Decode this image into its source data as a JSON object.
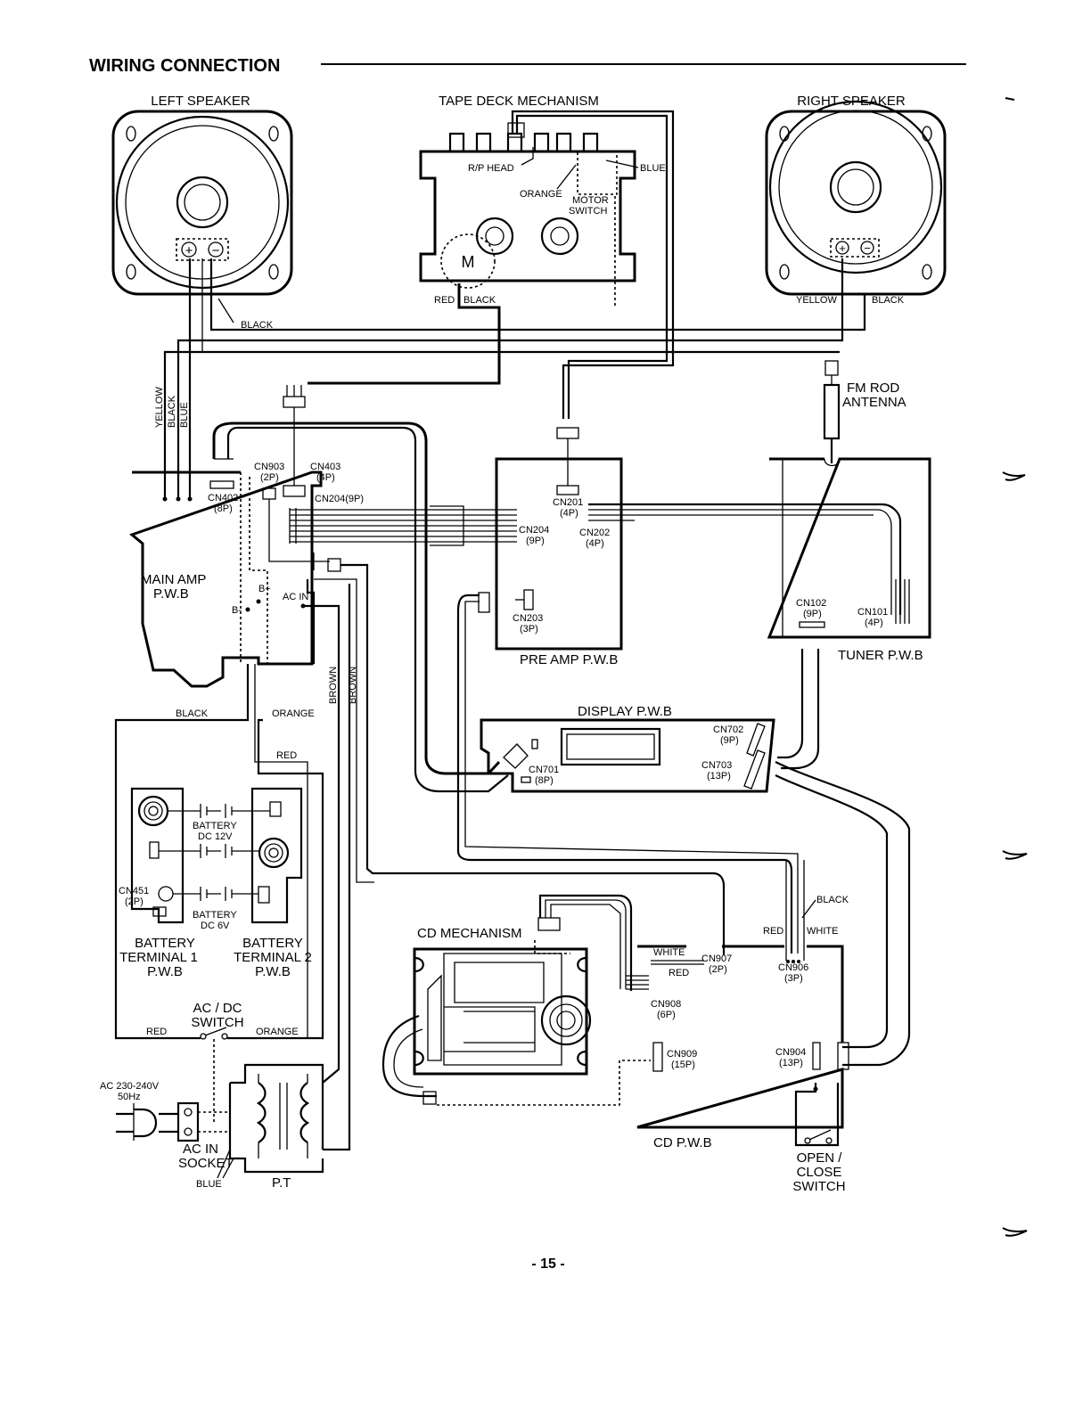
{
  "title": "WIRING CONNECTION",
  "page_number": "- 15 -",
  "components": {
    "left_speaker": "LEFT SPEAKER",
    "tape_deck": "TAPE DECK MECHANISM",
    "right_speaker": "RIGHT SPEAKER",
    "rp_head": "R/P HEAD",
    "motor_switch_1": "MOTOR",
    "motor_switch_2": "SWITCH",
    "motor": "M",
    "fm_rod_1": "FM ROD",
    "fm_rod_2": "ANTENNA",
    "main_amp_1": "MAIN AMP",
    "main_amp_2": "P.W.B",
    "pre_amp": "PRE AMP P.W.B",
    "tuner": "TUNER P.W.B",
    "display": "DISPLAY P.W.B",
    "cd_mechanism": "CD MECHANISM",
    "cd_pwb": "CD P.W.B",
    "battery_12v_1": "BATTERY",
    "battery_12v_2": "DC 12V",
    "battery_6v_1": "BATTERY",
    "battery_6v_2": "DC 6V",
    "bt1_1": "BATTERY",
    "bt1_2": "TERMINAL 1",
    "bt1_3": "P.W.B",
    "bt2_1": "BATTERY",
    "bt2_2": "TERMINAL 2",
    "bt2_3": "P.W.B",
    "acdc_1": "AC / DC",
    "acdc_2": "SWITCH",
    "ac_rating_1": "AC 230-240V",
    "ac_rating_2": "50Hz",
    "ac_socket_1": "AC IN",
    "ac_socket_2": "SOCKET",
    "pt": "P.T",
    "open_close_1": "OPEN /",
    "open_close_2": "CLOSE",
    "open_close_3": "SWITCH",
    "b_plus": "B+",
    "b_minus": "B-",
    "ac_in": "AC IN",
    "plus": "+",
    "minus": "−"
  },
  "connectors": {
    "cn903": "CN903",
    "cn903_p": "(2P)",
    "cn403": "CN403",
    "cn403_p": "(4P)",
    "cn402": "CN402",
    "cn402_p": "(8P)",
    "cn204_9p": "CN204(9P)",
    "cn201": "CN201",
    "cn201_p": "(4P)",
    "cn204": "CN204",
    "cn204_p": "(9P)",
    "cn202": "CN202",
    "cn202_p": "(4P)",
    "cn203": "CN203",
    "cn203_p": "(3P)",
    "cn102": "CN102",
    "cn102_p": "(9P)",
    "cn101": "CN101",
    "cn101_p": "(4P)",
    "cn702": "CN702",
    "cn702_p": "(9P)",
    "cn703": "CN703",
    "cn703_p": "(13P)",
    "cn701": "CN701",
    "cn701_p": "(8P)",
    "cn451": "CN451",
    "cn451_p": "(2P)",
    "cn907": "CN907",
    "cn907_p": "(2P)",
    "cn906": "CN906",
    "cn906_p": "(3P)",
    "cn908": "CN908",
    "cn908_p": "(6P)",
    "cn909": "CN909",
    "cn909_p": "(15P)",
    "cn904": "CN904",
    "cn904_p": "(13P)"
  },
  "wires": {
    "blue": "BLUE",
    "orange": "ORANGE",
    "red": "RED",
    "black": "BLACK",
    "yellow": "YELLOW",
    "white": "WHITE",
    "brown": "BROWN"
  }
}
